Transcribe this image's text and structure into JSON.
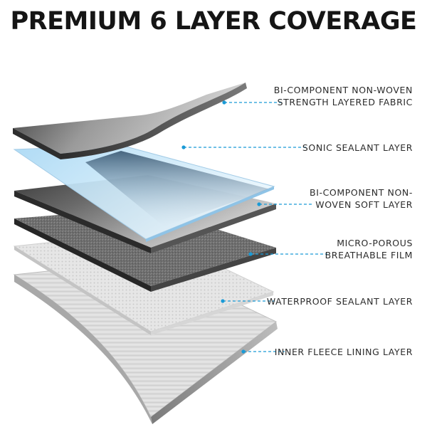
{
  "title": "PREMIUM 6 LAYER COVERAGE",
  "leader_color": "#1a9ad6",
  "layers": [
    {
      "lines": [
        "BI-COMPONENT NON-WOVEN",
        "STRENGTH LAYERED FABRIC"
      ]
    },
    {
      "lines": [
        "SONIC SEALANT LAYER"
      ]
    },
    {
      "lines": [
        "BI-COMPONENT NON-",
        "WOVEN SOFT LAYER"
      ]
    },
    {
      "lines": [
        "MICRO-POROUS",
        "BREATHABLE FILM"
      ]
    },
    {
      "lines": [
        "WATERPROOF SEALANT LAYER"
      ]
    },
    {
      "lines": [
        "INNER FLEECE LINING LAYER"
      ]
    }
  ]
}
